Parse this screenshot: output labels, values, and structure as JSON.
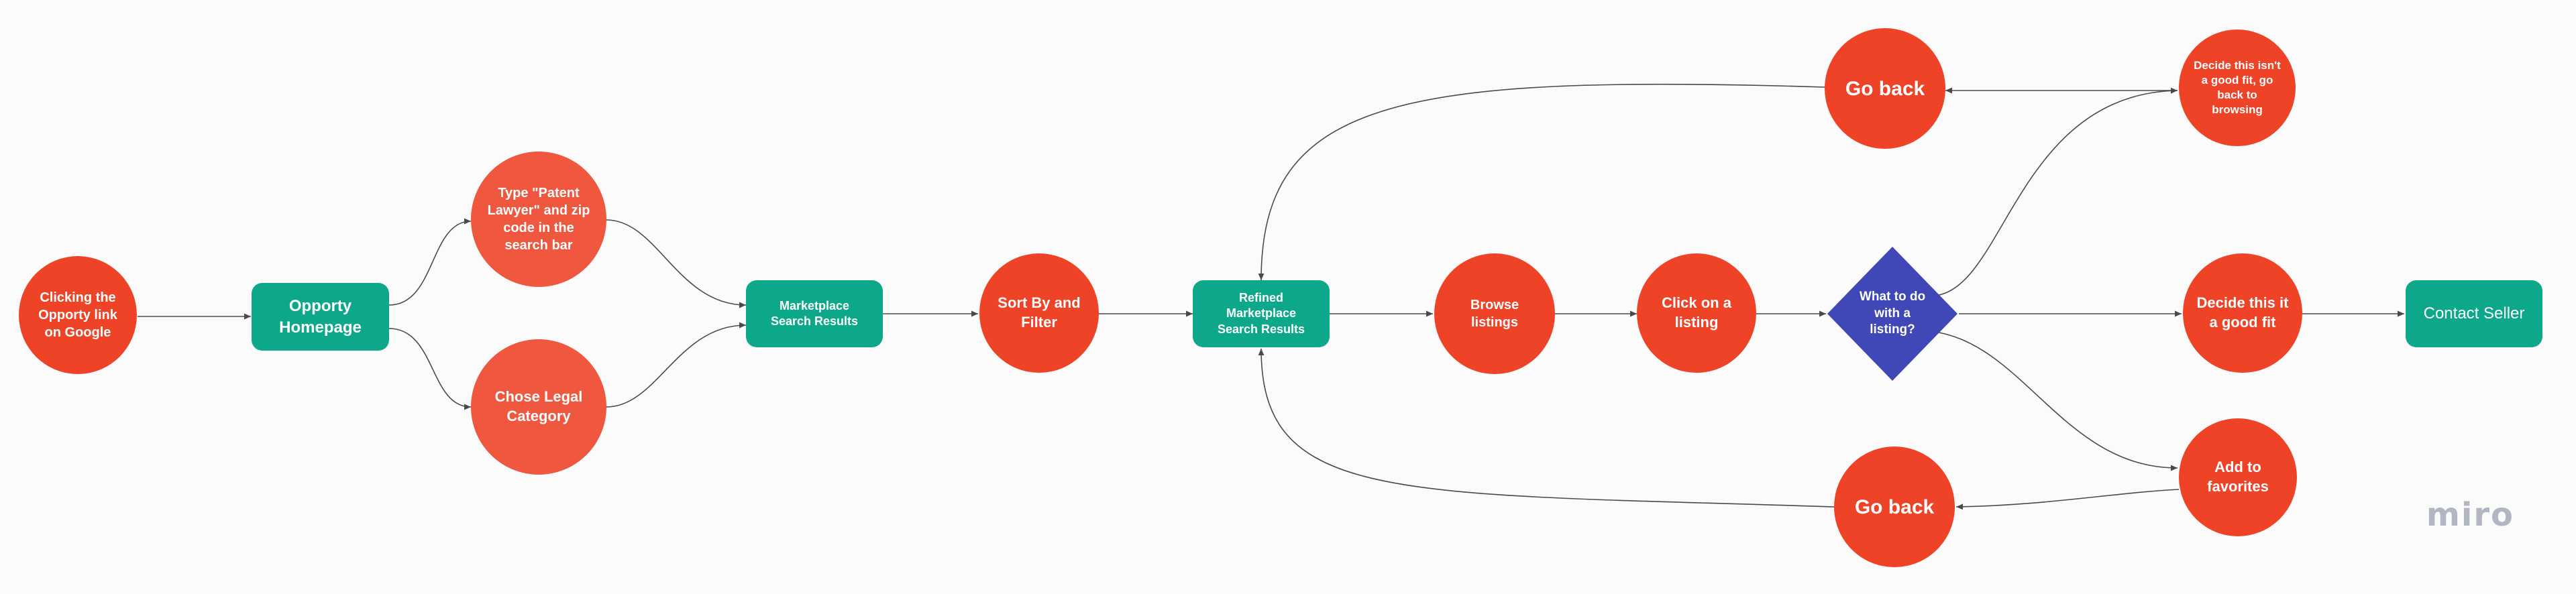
{
  "nodes": {
    "clicking_link": "Clicking the Opporty link on Google",
    "homepage": "Opporty Homepage",
    "type_patent": "Type \"Patent Lawyer\" and zip code in the search bar",
    "chose_category": "Chose Legal Category",
    "marketplace_results": "Marketplace Search Results",
    "sort_filter": "Sort By and Filter",
    "refined_results": "Refined Marketplace Search Results",
    "browse_listings": "Browse listings",
    "click_listing": "Click on a listing",
    "what_to_do": "What to do with a listing?",
    "go_back_top": "Go back",
    "decide_not_fit": "Decide this isn't a good fit, go back to browsing",
    "decide_good_fit": "Decide this it a good fit",
    "contact_seller": "Contact Seller",
    "add_favorites": "Add to favorites",
    "go_back_bottom": "Go back"
  },
  "logo": "miro",
  "colors": {
    "circle": "#ef4328",
    "circle_light": "#f0573f",
    "rect": "#0da88a",
    "diamond": "#3f48b6",
    "connector": "#4a4a4a",
    "background": "#fcfbfc"
  }
}
